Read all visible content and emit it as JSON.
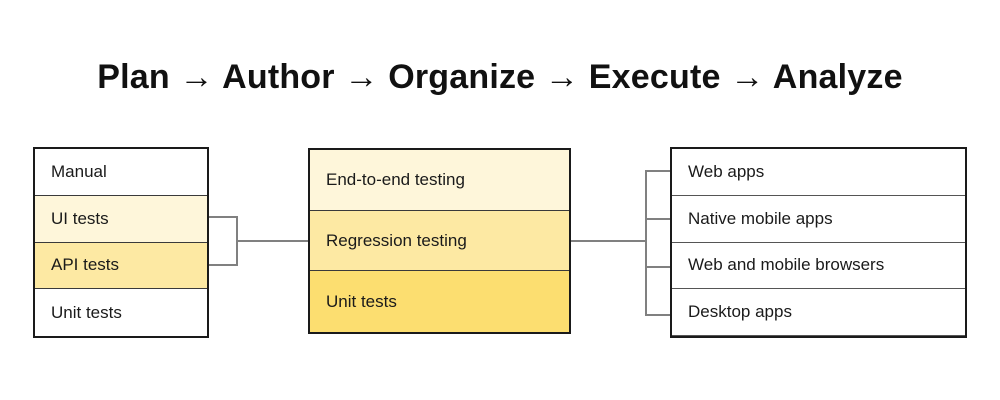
{
  "title": "Plan → Author → Organize → Execute → Analyze",
  "colors": {
    "yellow_light": "#FEF6DA",
    "yellow_medium": "#FDE9A3",
    "yellow_dark": "#FCDE70",
    "white": "#FFFFFF",
    "border": "#1A1A1A",
    "connector": "#808080"
  },
  "columns": {
    "left": {
      "name": "test-types",
      "rows": [
        {
          "label": "Manual",
          "fill": "#FFFFFF",
          "connected": false
        },
        {
          "label": "UI tests",
          "fill": "#FEF6DA",
          "connected": true
        },
        {
          "label": "API tests",
          "fill": "#FDE9A3",
          "connected": true
        },
        {
          "label": "Unit tests",
          "fill": "#FFFFFF",
          "connected": false
        }
      ]
    },
    "middle": {
      "name": "test-levels",
      "rows": [
        {
          "label": "End-to-end testing",
          "fill": "#FEF6DA"
        },
        {
          "label": "Regression testing",
          "fill": "#FDE9A3"
        },
        {
          "label": "Unit tests",
          "fill": "#FCDE70"
        }
      ]
    },
    "right": {
      "name": "application-targets",
      "rows": [
        {
          "label": "Web apps",
          "fill": "#FFFFFF"
        },
        {
          "label": "Native mobile apps",
          "fill": "#FFFFFF"
        },
        {
          "label": "Web and mobile browsers",
          "fill": "#FFFFFF"
        },
        {
          "label": "Desktop apps",
          "fill": "#FFFFFF"
        }
      ]
    }
  }
}
